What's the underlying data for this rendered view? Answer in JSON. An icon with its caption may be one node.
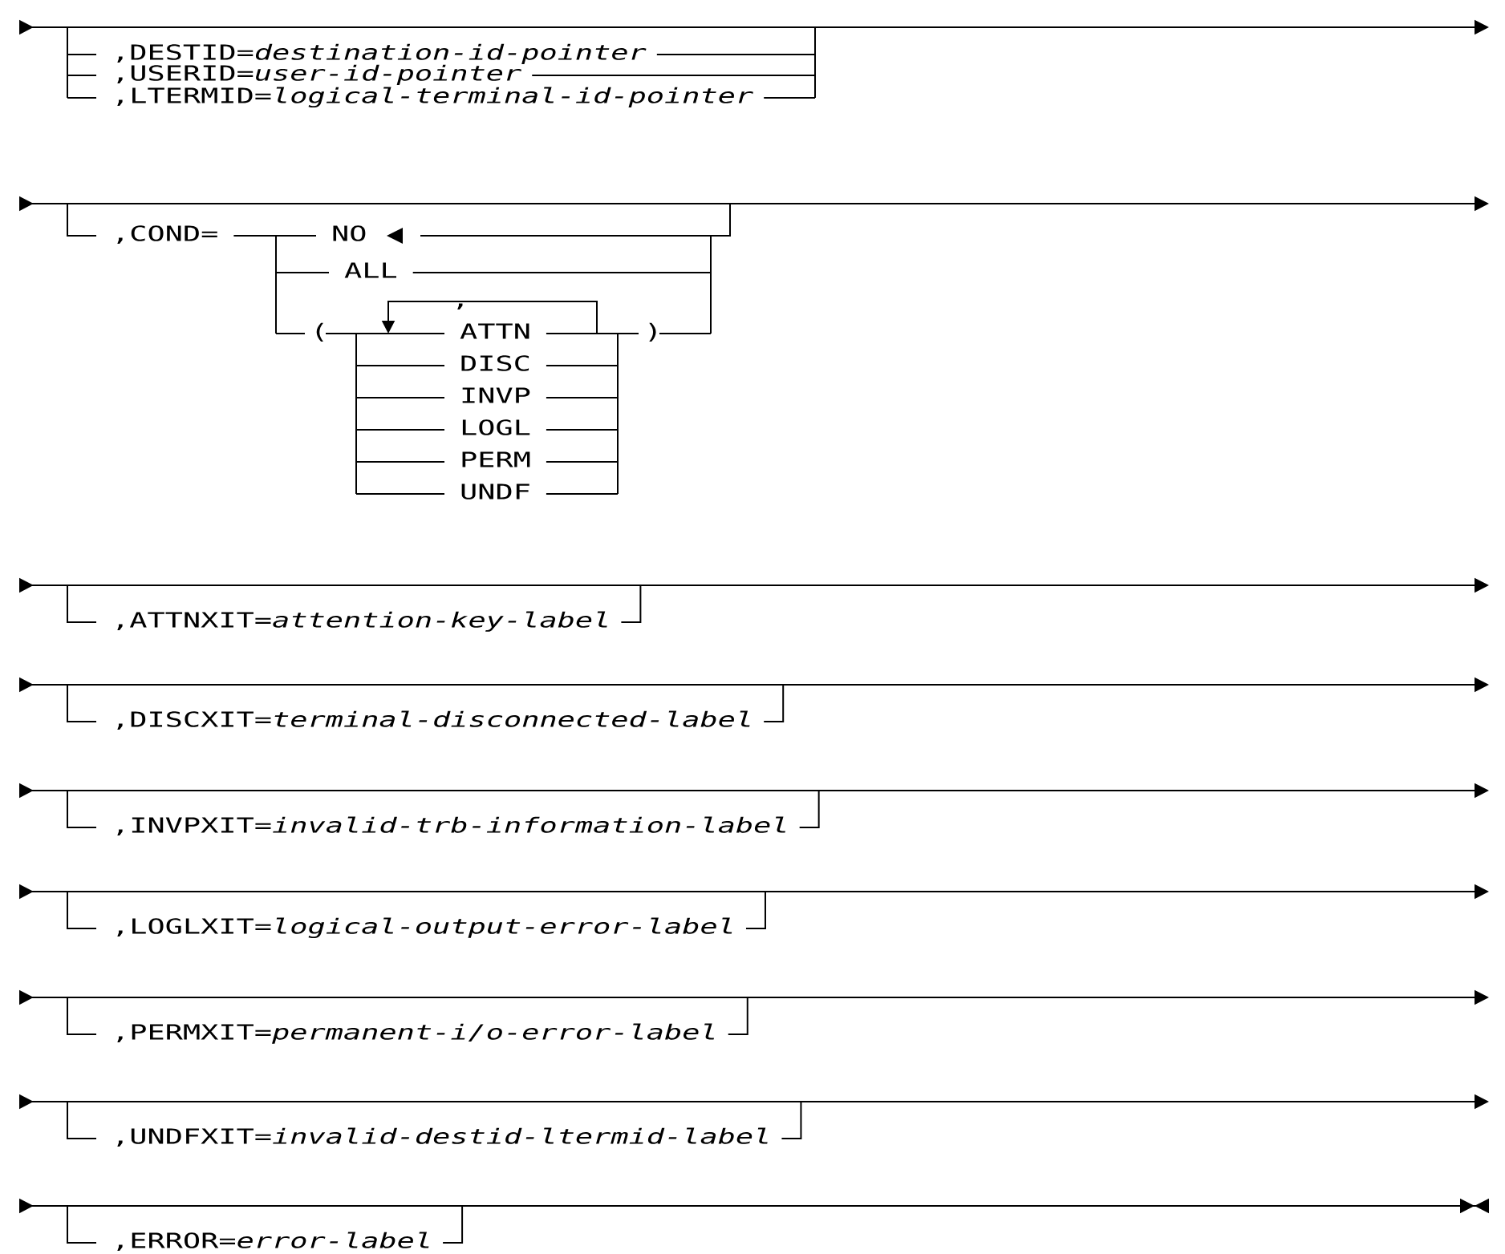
{
  "diagram": {
    "labels": [
      ",DESTID=*destination-id-pointer*",
      ",USERID=*user-id-pointer*",
      ",LTERMID=*logical-terminal-id-pointer*",
      ",COND=",
      "NO",
      "ALL",
      ",",
      "(",
      "ATTN",
      ")",
      "DISC",
      "INVP",
      "LOGL",
      "PERM",
      "UNDF",
      ",ATTNXIT=*attention-key-label*",
      ",DISCXIT=*terminal-disconnected-label*",
      ",INVPXIT=*invalid-trb-information-label*",
      ",LOGLXIT=*logical-output-error-label*",
      ",PERMXIT=*permanent-i/o-error-label*",
      ",UNDFXIT=*invalid-destid-ltermid-label*",
      ",ERROR=*error-label*"
    ]
  }
}
